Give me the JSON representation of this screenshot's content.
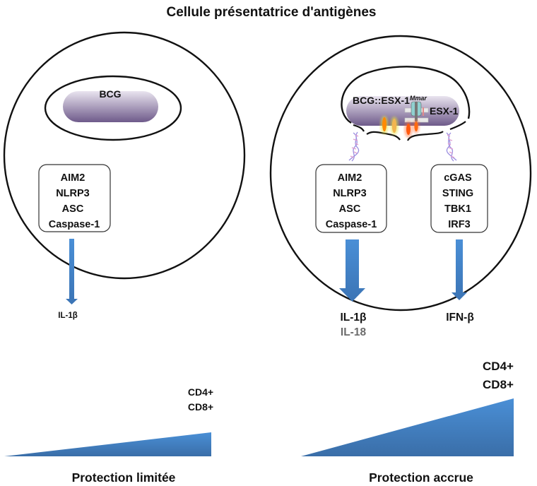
{
  "title": "Cellule présentatrice d'antigènes",
  "colors": {
    "arrow": "#4a8bd1",
    "arrow_dark": "#3470b0",
    "bacterium_top": "#e9e4ef",
    "bacterium_bottom": "#6e5a8a",
    "text": "#111111",
    "grey_text": "#6b6b6b",
    "dna": "#b6a8e6"
  },
  "left_cell": {
    "bacterium_label": "BCG",
    "complex_box": [
      "AIM2",
      "NLRP3",
      "ASC",
      "Caspase-1"
    ],
    "output": "IL-1β",
    "tcell_labels": [
      "CD4+",
      "CD8+"
    ],
    "protection_label": "Protection limitée"
  },
  "right_cell": {
    "bacterium_label": "BCG::ESX-1",
    "bacterium_superscript": "Mmar",
    "secretion_label": "ESX-1",
    "inflammasome_box": [
      "AIM2",
      "NLRP3",
      "ASC",
      "Caspase-1"
    ],
    "sting_box": [
      "cGAS",
      "STING",
      "TBK1",
      "IRF3"
    ],
    "inflammasome_outputs": [
      "IL-1β",
      "IL-18"
    ],
    "sting_output": "IFN-β",
    "tcell_labels": [
      "CD4+",
      "CD8+"
    ],
    "protection_label": "Protection accrue"
  }
}
